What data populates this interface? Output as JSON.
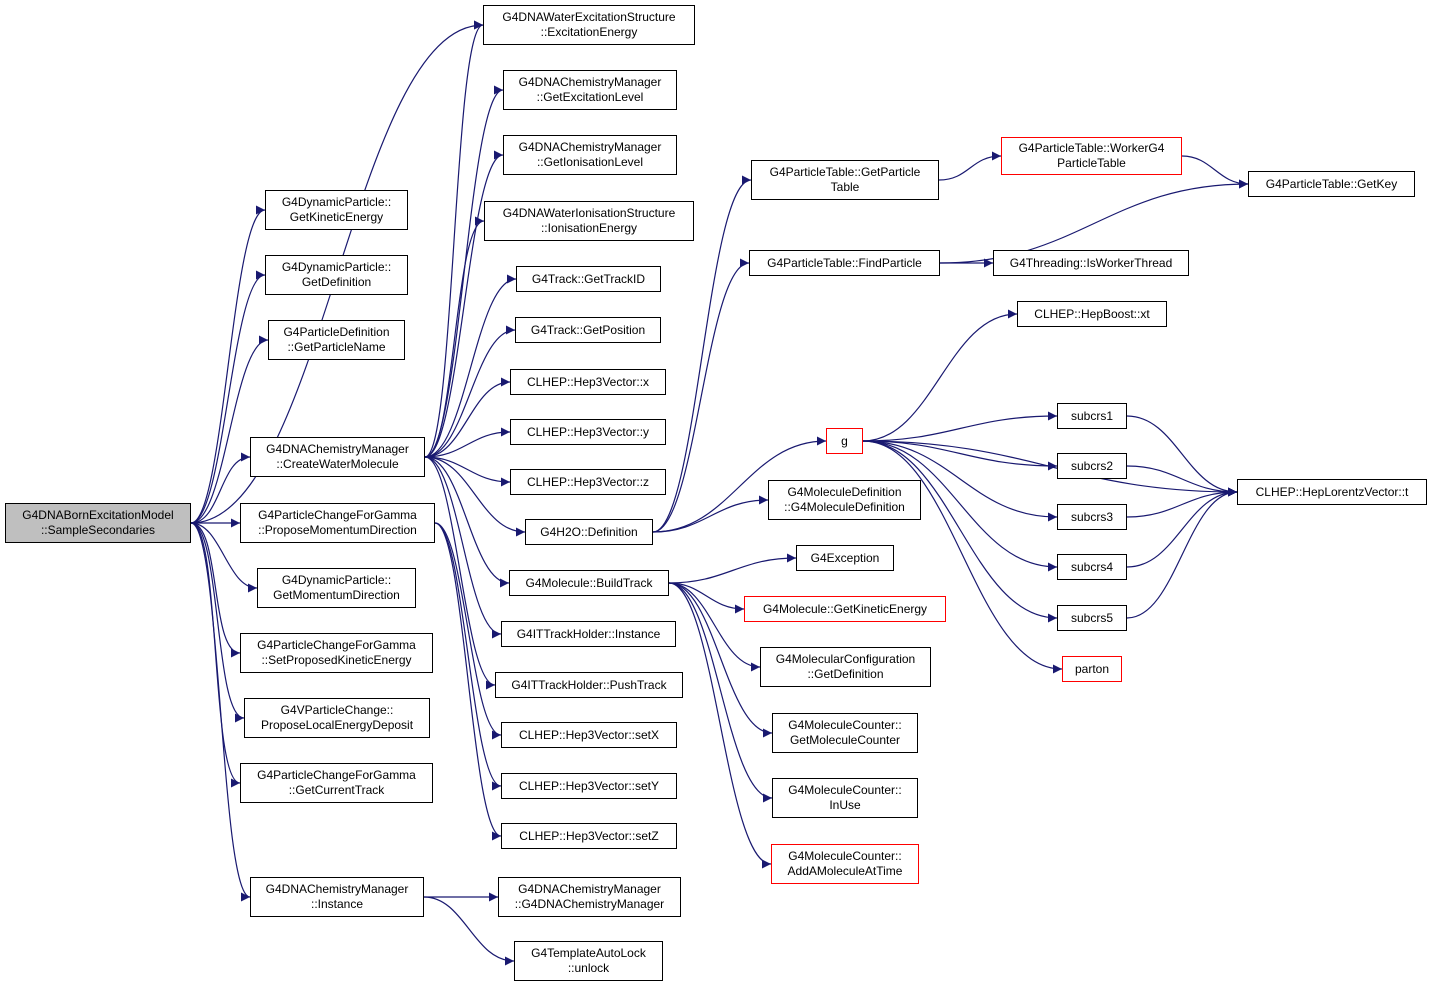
{
  "diagram": {
    "colors": {
      "edge": "#191970",
      "node_border": "#000000",
      "node_border_truncated": "#ff0000",
      "root_fill": "#bfbfbf",
      "node_fill": "#ffffff"
    },
    "nodes": [
      {
        "id": "root",
        "lines": [
          "G4DNABornExcitationModel",
          "::SampleSecondaries"
        ],
        "root": true
      },
      {
        "id": "dp_ke",
        "lines": [
          "G4DynamicParticle::",
          "GetKineticEnergy"
        ]
      },
      {
        "id": "dp_def",
        "lines": [
          "G4DynamicParticle::",
          "GetDefinition"
        ]
      },
      {
        "id": "pd_name",
        "lines": [
          "G4ParticleDefinition",
          "::GetParticleName"
        ]
      },
      {
        "id": "cm_cwm",
        "lines": [
          "G4DNAChemistryManager",
          "::CreateWaterMolecule"
        ]
      },
      {
        "id": "pcg_pmd",
        "lines": [
          "G4ParticleChangeForGamma",
          "::ProposeMomentumDirection"
        ]
      },
      {
        "id": "dp_md",
        "lines": [
          "G4DynamicParticle::",
          "GetMomentumDirection"
        ]
      },
      {
        "id": "pcg_spke",
        "lines": [
          "G4ParticleChangeForGamma",
          "::SetProposedKineticEnergy"
        ]
      },
      {
        "id": "vpc_led",
        "lines": [
          "G4VParticleChange::",
          "ProposeLocalEnergyDeposit"
        ]
      },
      {
        "id": "pcg_gct",
        "lines": [
          "G4ParticleChangeForGamma",
          "::GetCurrentTrack"
        ]
      },
      {
        "id": "cm_inst",
        "lines": [
          "G4DNAChemistryManager",
          "::Instance"
        ]
      },
      {
        "id": "wes_ee",
        "lines": [
          "G4DNAWaterExcitationStructure",
          "::ExcitationEnergy"
        ]
      },
      {
        "id": "cm_gel",
        "lines": [
          "G4DNAChemistryManager",
          "::GetExcitationLevel"
        ]
      },
      {
        "id": "cm_gil",
        "lines": [
          "G4DNAChemistryManager",
          "::GetIonisationLevel"
        ]
      },
      {
        "id": "wis_ie",
        "lines": [
          "G4DNAWaterIonisationStructure",
          "::IonisationEnergy"
        ]
      },
      {
        "id": "tr_id",
        "lines": [
          "G4Track::GetTrackID"
        ]
      },
      {
        "id": "tr_pos",
        "lines": [
          "G4Track::GetPosition"
        ]
      },
      {
        "id": "h3_x",
        "lines": [
          "CLHEP::Hep3Vector::x"
        ]
      },
      {
        "id": "h3_y",
        "lines": [
          "CLHEP::Hep3Vector::y"
        ]
      },
      {
        "id": "h3_z",
        "lines": [
          "CLHEP::Hep3Vector::z"
        ]
      },
      {
        "id": "h2o_def",
        "lines": [
          "G4H2O::Definition"
        ]
      },
      {
        "id": "mol_bt",
        "lines": [
          "G4Molecule::BuildTrack"
        ]
      },
      {
        "id": "ith_inst",
        "lines": [
          "G4ITTrackHolder::Instance"
        ]
      },
      {
        "id": "ith_push",
        "lines": [
          "G4ITTrackHolder::PushTrack"
        ]
      },
      {
        "id": "h3_setx",
        "lines": [
          "CLHEP::Hep3Vector::setX"
        ]
      },
      {
        "id": "h3_sety",
        "lines": [
          "CLHEP::Hep3Vector::setY"
        ]
      },
      {
        "id": "h3_setz",
        "lines": [
          "CLHEP::Hep3Vector::setZ"
        ]
      },
      {
        "id": "cm_ctor",
        "lines": [
          "G4DNAChemistryManager",
          "::G4DNAChemistryManager"
        ]
      },
      {
        "id": "tal_unlock",
        "lines": [
          "G4TemplateAutoLock",
          "::unlock"
        ]
      },
      {
        "id": "pt_gpt",
        "lines": [
          "G4ParticleTable::GetParticle",
          "Table"
        ]
      },
      {
        "id": "pt_find",
        "lines": [
          "G4ParticleTable::FindParticle"
        ]
      },
      {
        "id": "g",
        "lines": [
          "g"
        ],
        "red": true
      },
      {
        "id": "md_ctor",
        "lines": [
          "G4MoleculeDefinition",
          "::G4MoleculeDefinition"
        ]
      },
      {
        "id": "exc",
        "lines": [
          "G4Exception"
        ]
      },
      {
        "id": "mol_gke",
        "lines": [
          "G4Molecule::GetKineticEnergy"
        ],
        "red": true
      },
      {
        "id": "mc_gdef",
        "lines": [
          "G4MolecularConfiguration",
          "::GetDefinition"
        ]
      },
      {
        "id": "mcnt_get",
        "lines": [
          "G4MoleculeCounter::",
          "GetMoleculeCounter"
        ]
      },
      {
        "id": "mcnt_inuse",
        "lines": [
          "G4MoleculeCounter::",
          "InUse"
        ]
      },
      {
        "id": "mcnt_add",
        "lines": [
          "G4MoleculeCounter::",
          "AddAMoleculeAtTime"
        ],
        "red": true
      },
      {
        "id": "pt_worker",
        "lines": [
          "G4ParticleTable::WorkerG4",
          "ParticleTable"
        ],
        "red": true
      },
      {
        "id": "pt_getkey",
        "lines": [
          "G4ParticleTable::GetKey"
        ]
      },
      {
        "id": "thr_worker",
        "lines": [
          "G4Threading::IsWorkerThread"
        ]
      },
      {
        "id": "boost_xt",
        "lines": [
          "CLHEP::HepBoost::xt"
        ]
      },
      {
        "id": "subcrs1",
        "lines": [
          "subcrs1"
        ]
      },
      {
        "id": "subcrs2",
        "lines": [
          "subcrs2"
        ]
      },
      {
        "id": "subcrs3",
        "lines": [
          "subcrs3"
        ]
      },
      {
        "id": "subcrs4",
        "lines": [
          "subcrs4"
        ]
      },
      {
        "id": "subcrs5",
        "lines": [
          "subcrs5"
        ]
      },
      {
        "id": "parton",
        "lines": [
          "parton"
        ],
        "red": true
      },
      {
        "id": "hlv_t",
        "lines": [
          "CLHEP::HepLorentzVector::t"
        ]
      }
    ],
    "edges": [
      [
        "root",
        "dp_ke"
      ],
      [
        "root",
        "dp_def"
      ],
      [
        "root",
        "pd_name"
      ],
      [
        "root",
        "cm_cwm"
      ],
      [
        "root",
        "pcg_pmd"
      ],
      [
        "root",
        "dp_md"
      ],
      [
        "root",
        "pcg_spke"
      ],
      [
        "root",
        "vpc_led"
      ],
      [
        "root",
        "pcg_gct"
      ],
      [
        "root",
        "cm_inst"
      ],
      [
        "root",
        "wes_ee"
      ],
      [
        "cm_cwm",
        "wes_ee"
      ],
      [
        "cm_cwm",
        "cm_gel"
      ],
      [
        "cm_cwm",
        "cm_gil"
      ],
      [
        "cm_cwm",
        "wis_ie"
      ],
      [
        "cm_cwm",
        "tr_id"
      ],
      [
        "cm_cwm",
        "tr_pos"
      ],
      [
        "cm_cwm",
        "h3_x"
      ],
      [
        "cm_cwm",
        "h3_y"
      ],
      [
        "cm_cwm",
        "h3_z"
      ],
      [
        "cm_cwm",
        "h2o_def"
      ],
      [
        "cm_cwm",
        "mol_bt"
      ],
      [
        "cm_cwm",
        "ith_inst"
      ],
      [
        "cm_cwm",
        "ith_push"
      ],
      [
        "pcg_pmd",
        "h3_setx"
      ],
      [
        "pcg_pmd",
        "h3_sety"
      ],
      [
        "pcg_pmd",
        "h3_setz"
      ],
      [
        "cm_inst",
        "cm_ctor"
      ],
      [
        "cm_inst",
        "tal_unlock"
      ],
      [
        "h2o_def",
        "pt_gpt"
      ],
      [
        "h2o_def",
        "pt_find"
      ],
      [
        "h2o_def",
        "g"
      ],
      [
        "h2o_def",
        "md_ctor"
      ],
      [
        "mol_bt",
        "exc"
      ],
      [
        "mol_bt",
        "mol_gke"
      ],
      [
        "mol_bt",
        "mc_gdef"
      ],
      [
        "mol_bt",
        "mcnt_get"
      ],
      [
        "mol_bt",
        "mcnt_inuse"
      ],
      [
        "mol_bt",
        "mcnt_add"
      ],
      [
        "pt_gpt",
        "pt_worker"
      ],
      [
        "pt_worker",
        "pt_getkey"
      ],
      [
        "pt_find",
        "pt_getkey"
      ],
      [
        "pt_find",
        "thr_worker"
      ],
      [
        "g",
        "boost_xt"
      ],
      [
        "g",
        "hlv_t"
      ],
      [
        "g",
        "subcrs1"
      ],
      [
        "g",
        "subcrs2"
      ],
      [
        "g",
        "subcrs3"
      ],
      [
        "g",
        "subcrs4"
      ],
      [
        "g",
        "subcrs5"
      ],
      [
        "g",
        "parton"
      ],
      [
        "subcrs1",
        "hlv_t"
      ],
      [
        "subcrs2",
        "hlv_t"
      ],
      [
        "subcrs3",
        "hlv_t"
      ],
      [
        "subcrs4",
        "hlv_t"
      ],
      [
        "subcrs5",
        "hlv_t"
      ]
    ]
  }
}
